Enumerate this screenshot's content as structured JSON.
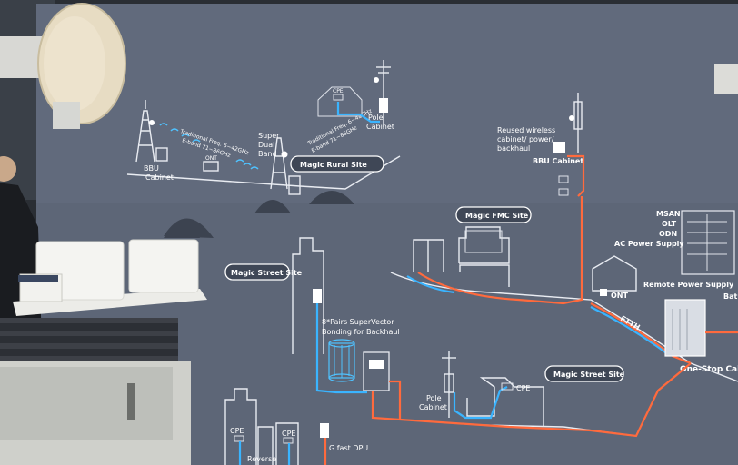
{
  "scene": {
    "wall_color": "#5d6677",
    "fiber_color": "#ff6a3d",
    "copper_color": "#3ab4ff",
    "line_color": "#e9ecf2"
  },
  "pills": {
    "rural": "Magic Rural Site",
    "fmc": "Magic FMC Site",
    "street_left": "Magic Street Site",
    "street_right": "Magic Street Site"
  },
  "labels": {
    "bbu": "BBU",
    "cabinet": "Cabinet",
    "ont_rural": "ONT",
    "super": "Super",
    "dual": "Dual",
    "band": "Band",
    "cpe_rural": "CPE",
    "pole": "Pole",
    "pole_cabinet": "Cabinet",
    "wireless_left_1": "Traditional Freq. 6~42GHz",
    "wireless_left_2": "E-band 71~86GHz",
    "wireless_right_1": "Traditional Freq. 6~42GHz",
    "wireless_right_2": "E-band 71~86GHz",
    "reused_1": "Reused wireless",
    "reused_2": "cabinet/ power/",
    "reused_3": "backhaul",
    "bbu_cabinet": "BBU Cabinet",
    "msan": "MSAN",
    "olt": "OLT",
    "odn": "ODN",
    "ac_power": "AC Power Supply",
    "remote_power": "Remote Power Supply",
    "bat": "Bat",
    "ont_fmc": "ONT",
    "ftth": "FTTH",
    "one_stop": "One-Stop Cab",
    "pairs_1": "8*Pairs SuperVector",
    "pairs_2": "Bonding for Backhaul",
    "pole_street": "Pole",
    "pole_street_cabinet": "Cabinet",
    "cpe_street": "CPE",
    "cpe_bottom_1": "CPE",
    "reverse": "Reverse",
    "cpe_bottom_2": "CPE",
    "gfast": "G.fast DPU"
  }
}
